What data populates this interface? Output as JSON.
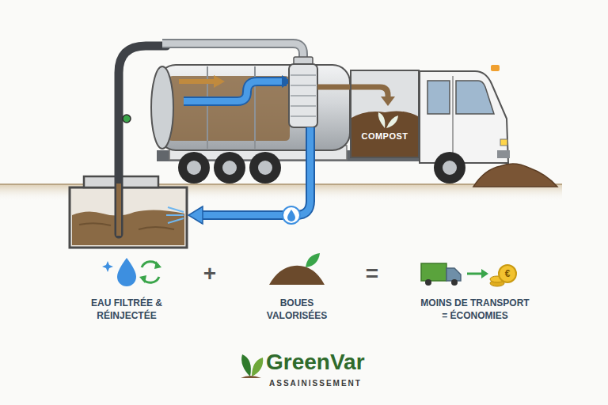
{
  "diagram": {
    "nodes": [
      {
        "text": [
          "COMPOST"
        ]
      }
    ],
    "labels": [
      "EAU FILTRÉE & RÉINJECTÉE",
      "+",
      "BOUES VALORISÉES",
      "=",
      "MOINS DE TRANSPORT = ÉCONOMIES",
      "GreenVar",
      "ASSAINISSEMENT",
      "€"
    ]
  }
}
